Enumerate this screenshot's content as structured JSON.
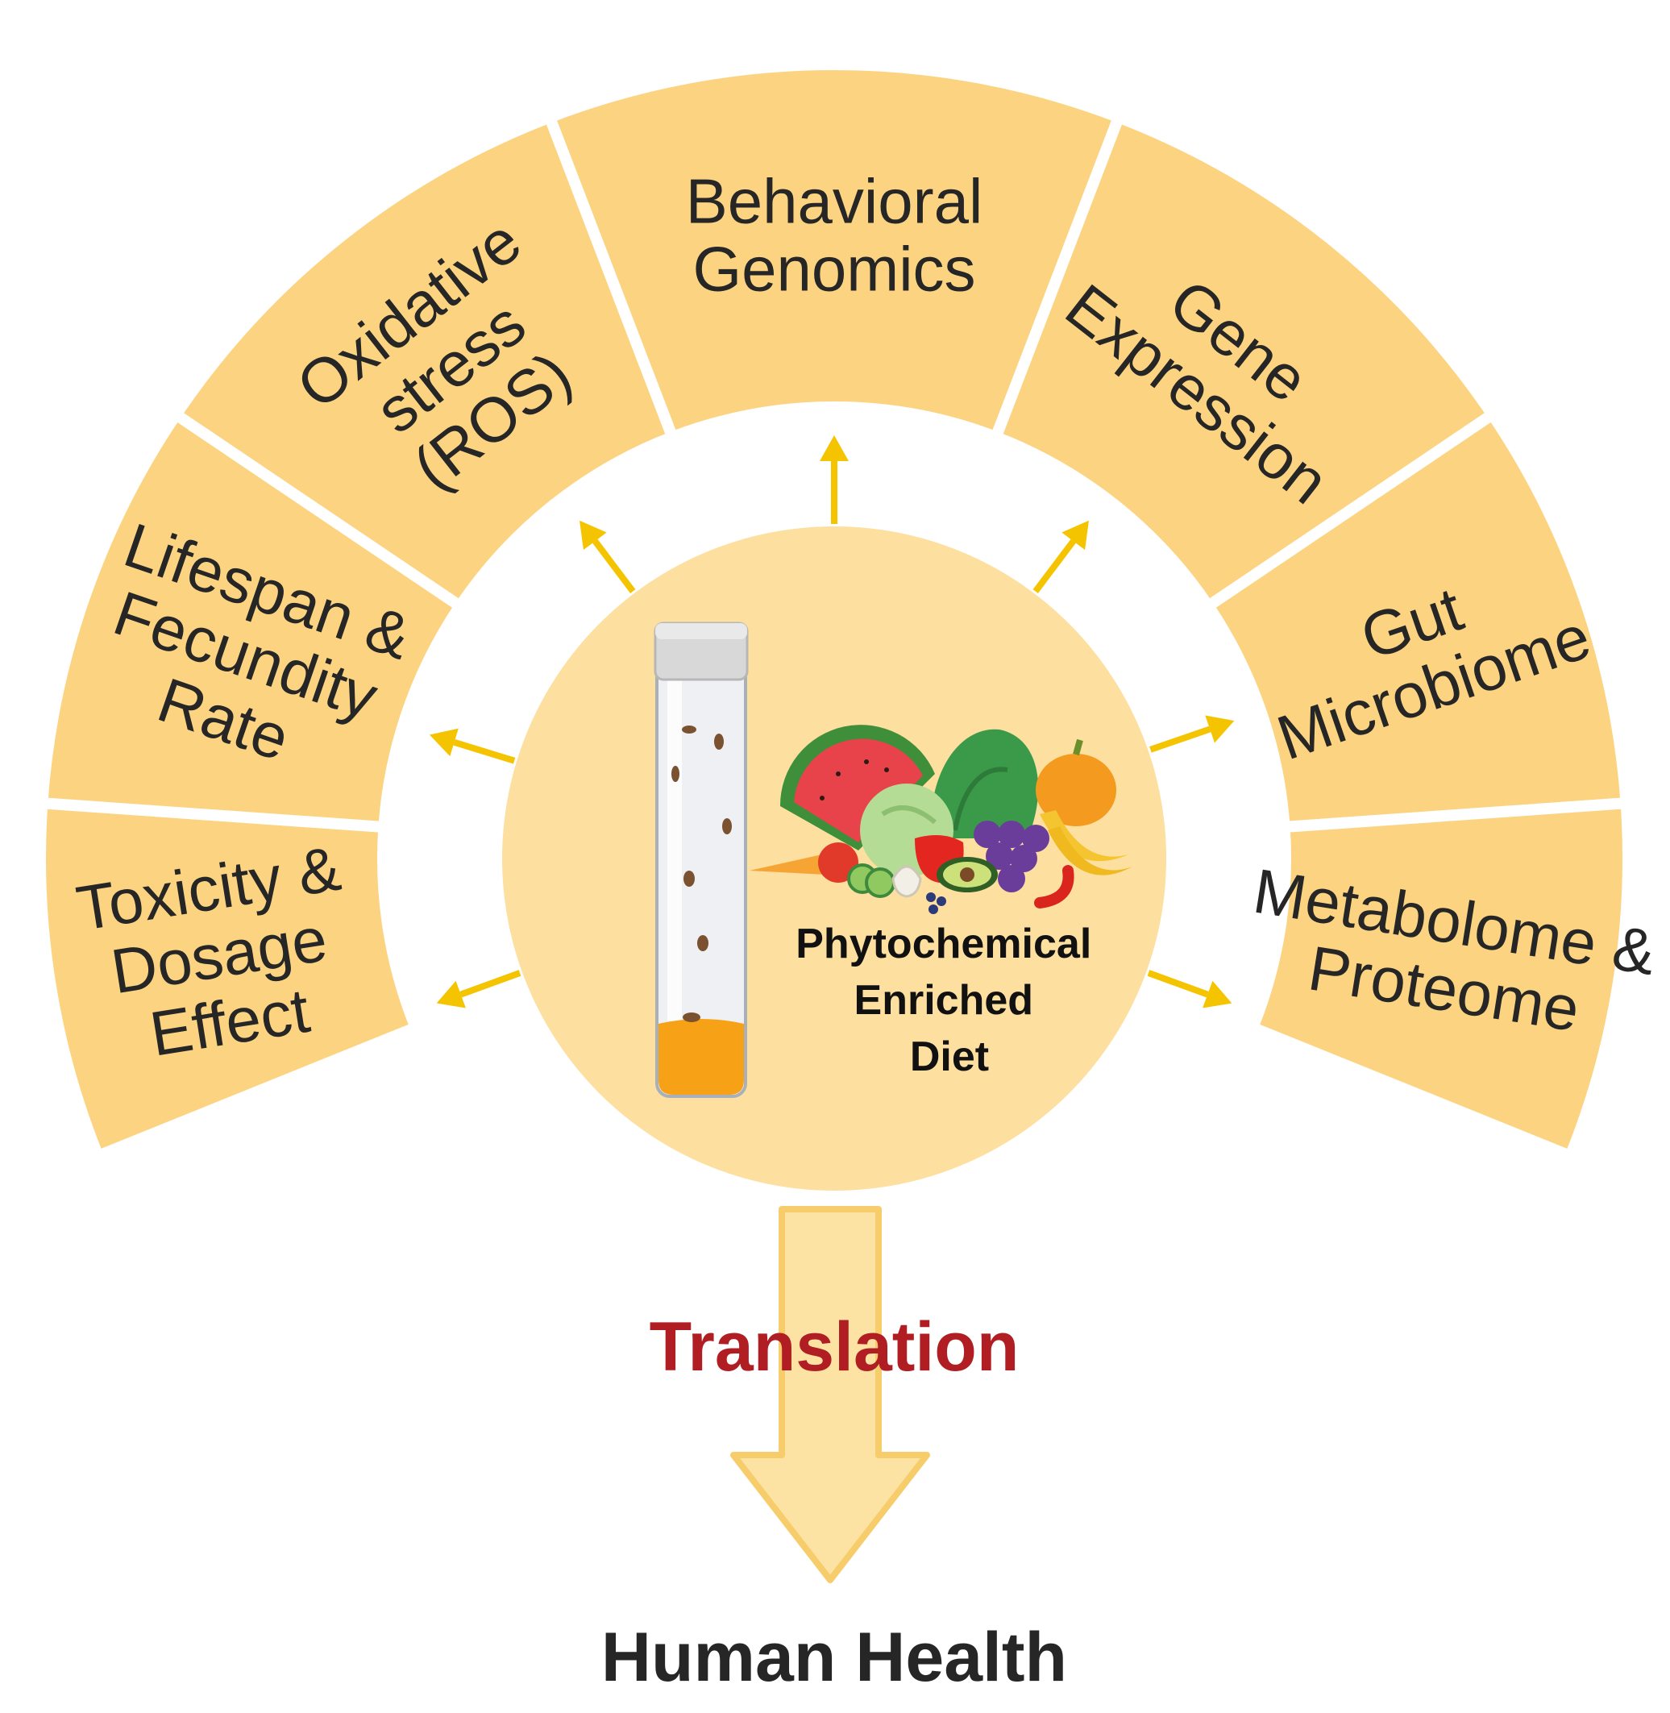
{
  "colors": {
    "segment_fill": "#fcd481",
    "center_fill": "#fddf9f",
    "arrow_color": "#f5c400",
    "translation_arrow_fill": "#fde3a3",
    "translation_arrow_stroke": "#f6cd6a",
    "translation_text": "#b01e23",
    "dark_text": "#262626"
  },
  "segments": [
    {
      "id": "toxicity",
      "lines": [
        "Toxicity &",
        "Dosage",
        "Effect"
      ]
    },
    {
      "id": "lifespan",
      "lines": [
        "Lifespan &",
        "Fecundity",
        "Rate"
      ]
    },
    {
      "id": "oxidative",
      "lines": [
        "Oxidative",
        "stress",
        "(ROS)"
      ]
    },
    {
      "id": "behavioral",
      "lines": [
        "Behavioral",
        "Genomics"
      ]
    },
    {
      "id": "gene-expression",
      "lines": [
        "Gene",
        "Expression"
      ]
    },
    {
      "id": "gut",
      "lines": [
        "Gut",
        "Microbiome"
      ]
    },
    {
      "id": "metabolome",
      "lines": [
        "Metabolome &",
        "Proteome"
      ]
    }
  ],
  "center": {
    "lines": [
      "Phytochemical",
      "Enriched",
      "Diet"
    ],
    "icons": [
      "fly-vial-icon",
      "fruits-vegetables-icon"
    ]
  },
  "translation_label": "Translation",
  "outcome_label": "Human Health"
}
